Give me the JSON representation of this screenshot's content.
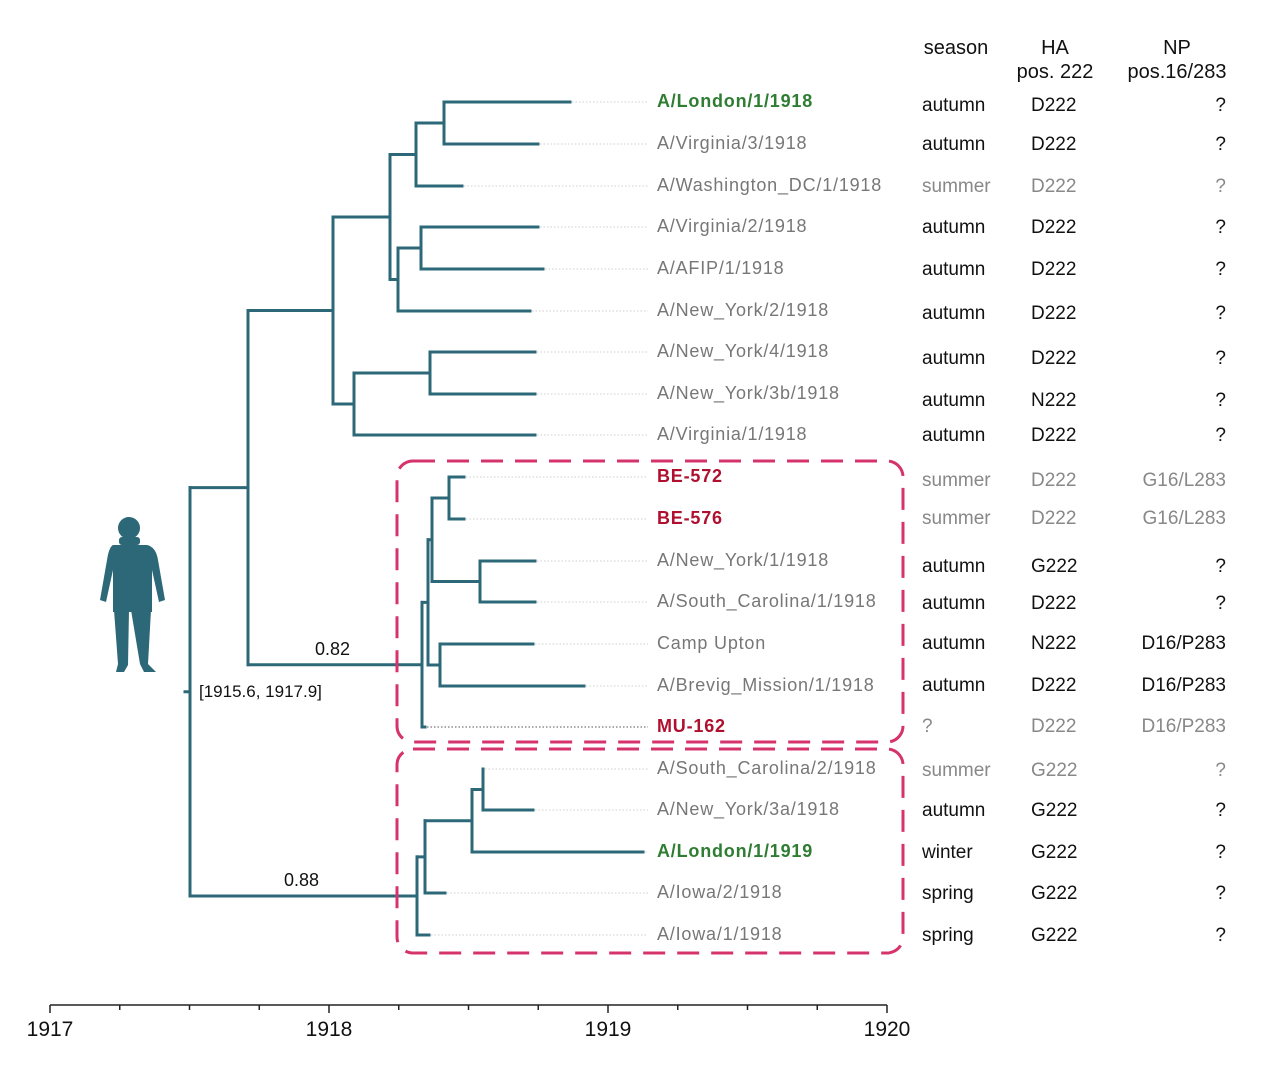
{
  "headers": {
    "season": "season",
    "ha_line1": "HA",
    "ha_line2": "pos. 222",
    "np_line1": "NP",
    "np_line2": "pos.16/283"
  },
  "colors": {
    "branch": "#2c6878",
    "box": "#d6336c",
    "highlight_green": "#2e7d32",
    "highlight_red": "#b0102f"
  },
  "icons": {
    "host": "human-silhouette-icon"
  },
  "node_support": {
    "upper_clade": "0.82",
    "lower_clade": "0.88"
  },
  "root_interval": "[1915.6, 1917.9]",
  "time_axis": {
    "ticks": [
      "1917",
      "1918",
      "1919",
      "1920"
    ]
  },
  "taxa": [
    {
      "name": "A/London/1/1918",
      "style": "green",
      "season": "autumn",
      "ha": "D222",
      "np": "?"
    },
    {
      "name": "A/Virginia/3/1918",
      "style": "plain",
      "season": "autumn",
      "ha": "D222",
      "np": "?"
    },
    {
      "name": "A/Washington_DC/1/1918",
      "style": "plain",
      "season": "summer",
      "ha": "D222",
      "np": "?"
    },
    {
      "name": "A/Virginia/2/1918",
      "style": "plain",
      "season": "autumn",
      "ha": "D222",
      "np": "?"
    },
    {
      "name": "A/AFIP/1/1918",
      "style": "plain",
      "season": "autumn",
      "ha": "D222",
      "np": "?"
    },
    {
      "name": "A/New_York/2/1918",
      "style": "plain",
      "season": "autumn",
      "ha": "D222",
      "np": "?"
    },
    {
      "name": "A/New_York/4/1918",
      "style": "plain",
      "season": "autumn",
      "ha": "D222",
      "np": "?"
    },
    {
      "name": "A/New_York/3b/1918",
      "style": "plain",
      "season": "autumn",
      "ha": "N222",
      "np": "?"
    },
    {
      "name": "A/Virginia/1/1918",
      "style": "plain",
      "season": "autumn",
      "ha": "D222",
      "np": "?"
    },
    {
      "name": "BE-572",
      "style": "red",
      "season": "summer",
      "ha": "D222",
      "np": "G16/L283"
    },
    {
      "name": "BE-576",
      "style": "red",
      "season": "summer",
      "ha": "D222",
      "np": "G16/L283"
    },
    {
      "name": "A/New_York/1/1918",
      "style": "plain",
      "season": "autumn",
      "ha": "G222",
      "np": "?"
    },
    {
      "name": "A/South_Carolina/1/1918",
      "style": "plain",
      "season": "autumn",
      "ha": "D222",
      "np": "?"
    },
    {
      "name": "Camp Upton",
      "style": "plain",
      "season": "autumn",
      "ha": "N222",
      "np": "D16/P283"
    },
    {
      "name": "A/Brevig_Mission/1/1918",
      "style": "plain",
      "season": "autumn",
      "ha": "D222",
      "np": "D16/P283"
    },
    {
      "name": "MU-162",
      "style": "red",
      "season": "?",
      "ha": "D222",
      "np": "D16/P283"
    },
    {
      "name": "A/South_Carolina/2/1918",
      "style": "plain",
      "season": "summer",
      "ha": "G222",
      "np": "?"
    },
    {
      "name": "A/New_York/3a/1918",
      "style": "plain",
      "season": "autumn",
      "ha": "G222",
      "np": "?"
    },
    {
      "name": "A/London/1/1919",
      "style": "green",
      "season": "winter",
      "ha": "G222",
      "np": "?"
    },
    {
      "name": "A/Iowa/2/1918",
      "style": "plain",
      "season": "spring",
      "ha": "G222",
      "np": "?"
    },
    {
      "name": "A/Iowa/1/1918",
      "style": "plain",
      "season": "spring",
      "ha": "G222",
      "np": "?"
    }
  ]
}
